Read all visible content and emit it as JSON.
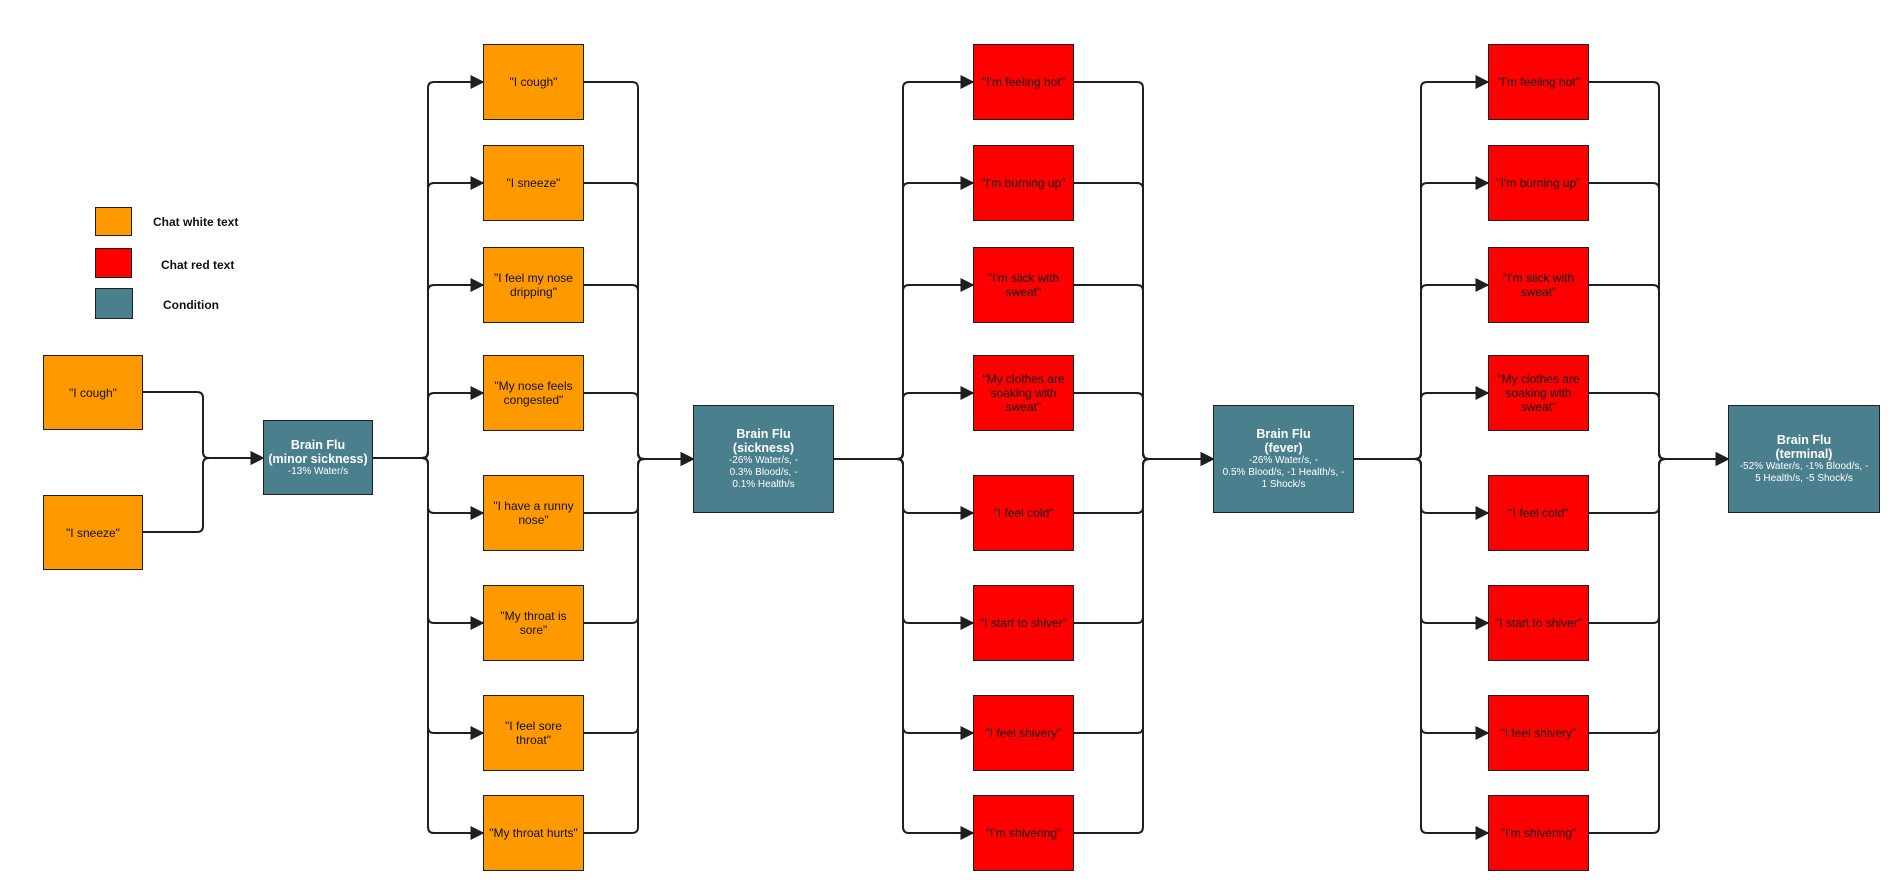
{
  "colors": {
    "chat_white": "#ff9900",
    "chat_red": "#ff0000",
    "condition": "#4a7f8e",
    "line": "#1f1f1f"
  },
  "legend": [
    {
      "label": "Chat white text",
      "color": "#ff9900"
    },
    {
      "label": "Chat red text",
      "color": "#ff0000"
    },
    {
      "label": "Condition",
      "color": "#4a7f8e"
    }
  ],
  "entry_messages": [
    "\"I cough\"",
    "\"I sneeze\""
  ],
  "stages": [
    {
      "title": "Brain Flu\n(minor sickness)",
      "stats": "-13% Water/s"
    },
    {
      "title": "Brain Flu\n(sickness)",
      "stats": "-26% Water/s, -\n0.3% Blood/s, -\n0.1% Health/s"
    },
    {
      "title": "Brain Flu\n(fever)",
      "stats": "-26% Water/s, -\n0.5% Blood/s, -1 Health/s, -\n1 Shock/s"
    },
    {
      "title": "Brain Flu\n(terminal)",
      "stats": "-52% Water/s, -1% Blood/s, -\n5 Health/s, -5 Shock/s"
    }
  ],
  "columns": [
    {
      "type": "white",
      "messages": [
        "\"I cough\"",
        "\"I sneeze\"",
        "\"I feel my nose\ndripping\"",
        "\"My nose feels\ncongested\"",
        "\"I have a runny\nnose\"",
        "\"My throat is\nsore\"",
        "\"I feel sore\nthroat\"",
        "\"My throat hurts\""
      ]
    },
    {
      "type": "red",
      "messages": [
        "\"I'm feeling hot\"",
        "\"I'm burning up\"",
        "\"I'm slick with\nsweat\"",
        "\"My clothes are\nsoaking with\nsweat\"",
        "\"I feel cold\"",
        "\"I start to shiver\"",
        "\"I feel shivery\"",
        "\"I'm shivering\""
      ]
    },
    {
      "type": "red",
      "messages": [
        "\"I'm feeling hot\"",
        "\"I'm burning up\"",
        "\"I'm slick with\nsweat\"",
        "\"My clothes are\nsoaking with\nsweat\"",
        "\"I feel cold\"",
        "\"I start to shiver\"",
        "\"I feel shivery\"",
        "\"I'm shivering\""
      ]
    }
  ]
}
